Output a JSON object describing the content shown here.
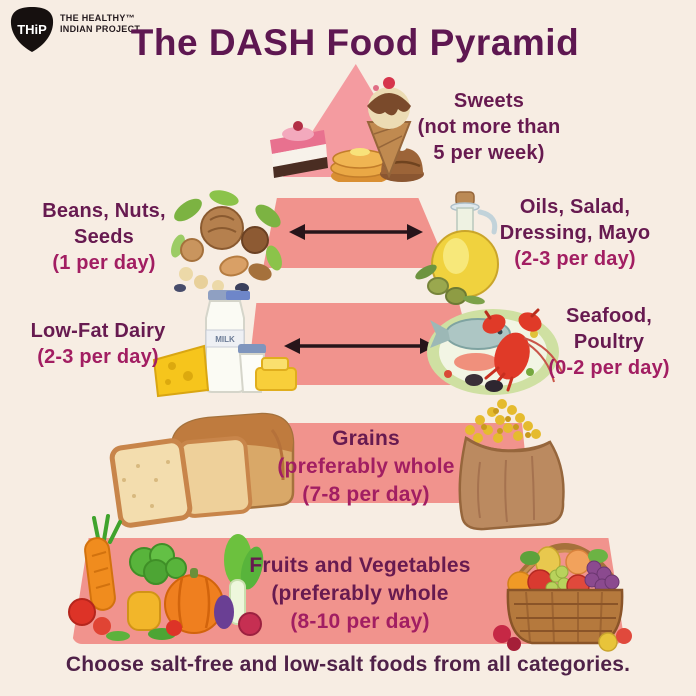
{
  "colors": {
    "background": "#f7ede3",
    "band_salmon": "#f1938d",
    "band_top_pink": "#f49ba0",
    "title_purple": "#5e1751",
    "label_purple": "#671a50",
    "quantity_magenta": "#a21e62",
    "arrow_black": "#27141a",
    "logo_black": "#16100f"
  },
  "header": {
    "logo_text": "THiP",
    "logo_tagline_line1": "THE HEALTHY™",
    "logo_tagline_line2": "INDIAN PROJECT",
    "title": "The DASH Food Pyramid"
  },
  "pyramid": {
    "sweets": {
      "line1": "Sweets",
      "line2": "(not more than",
      "line3": "5 per week)"
    },
    "beans": {
      "line1": "Beans, Nuts,",
      "line2": "Seeds",
      "line3": "(1 per day)"
    },
    "oils": {
      "line1": "Oils, Salad,",
      "line2": "Dressing, Mayo",
      "line3": "(2-3 per day)"
    },
    "dairy": {
      "line1": "Low-Fat Dairy",
      "line2": "(2-3 per day)"
    },
    "seafood": {
      "line1": "Seafood,",
      "line2": "Poultry",
      "line3": "(0-2 per day)"
    },
    "grains": {
      "line1": "Grains",
      "line2": "(preferably whole",
      "line3": "(7-8 per day)"
    },
    "fruits_vegetables": {
      "line1": "Fruits and Vegetables",
      "line2": "(preferably whole",
      "line3": "(8-10 per day)"
    },
    "milk_label": "MILK"
  },
  "footer": {
    "note": "Choose salt-free and low-salt foods from all categories."
  },
  "icons": [
    "thip-logo-badge",
    "sweets-illustration",
    "nuts-illustration",
    "oil-bottle-illustration",
    "dairy-illustration",
    "seafood-illustration",
    "bread-illustration",
    "grain-sack-illustration",
    "vegetables-illustration",
    "fruit-basket-illustration",
    "double-arrow-left-right"
  ]
}
